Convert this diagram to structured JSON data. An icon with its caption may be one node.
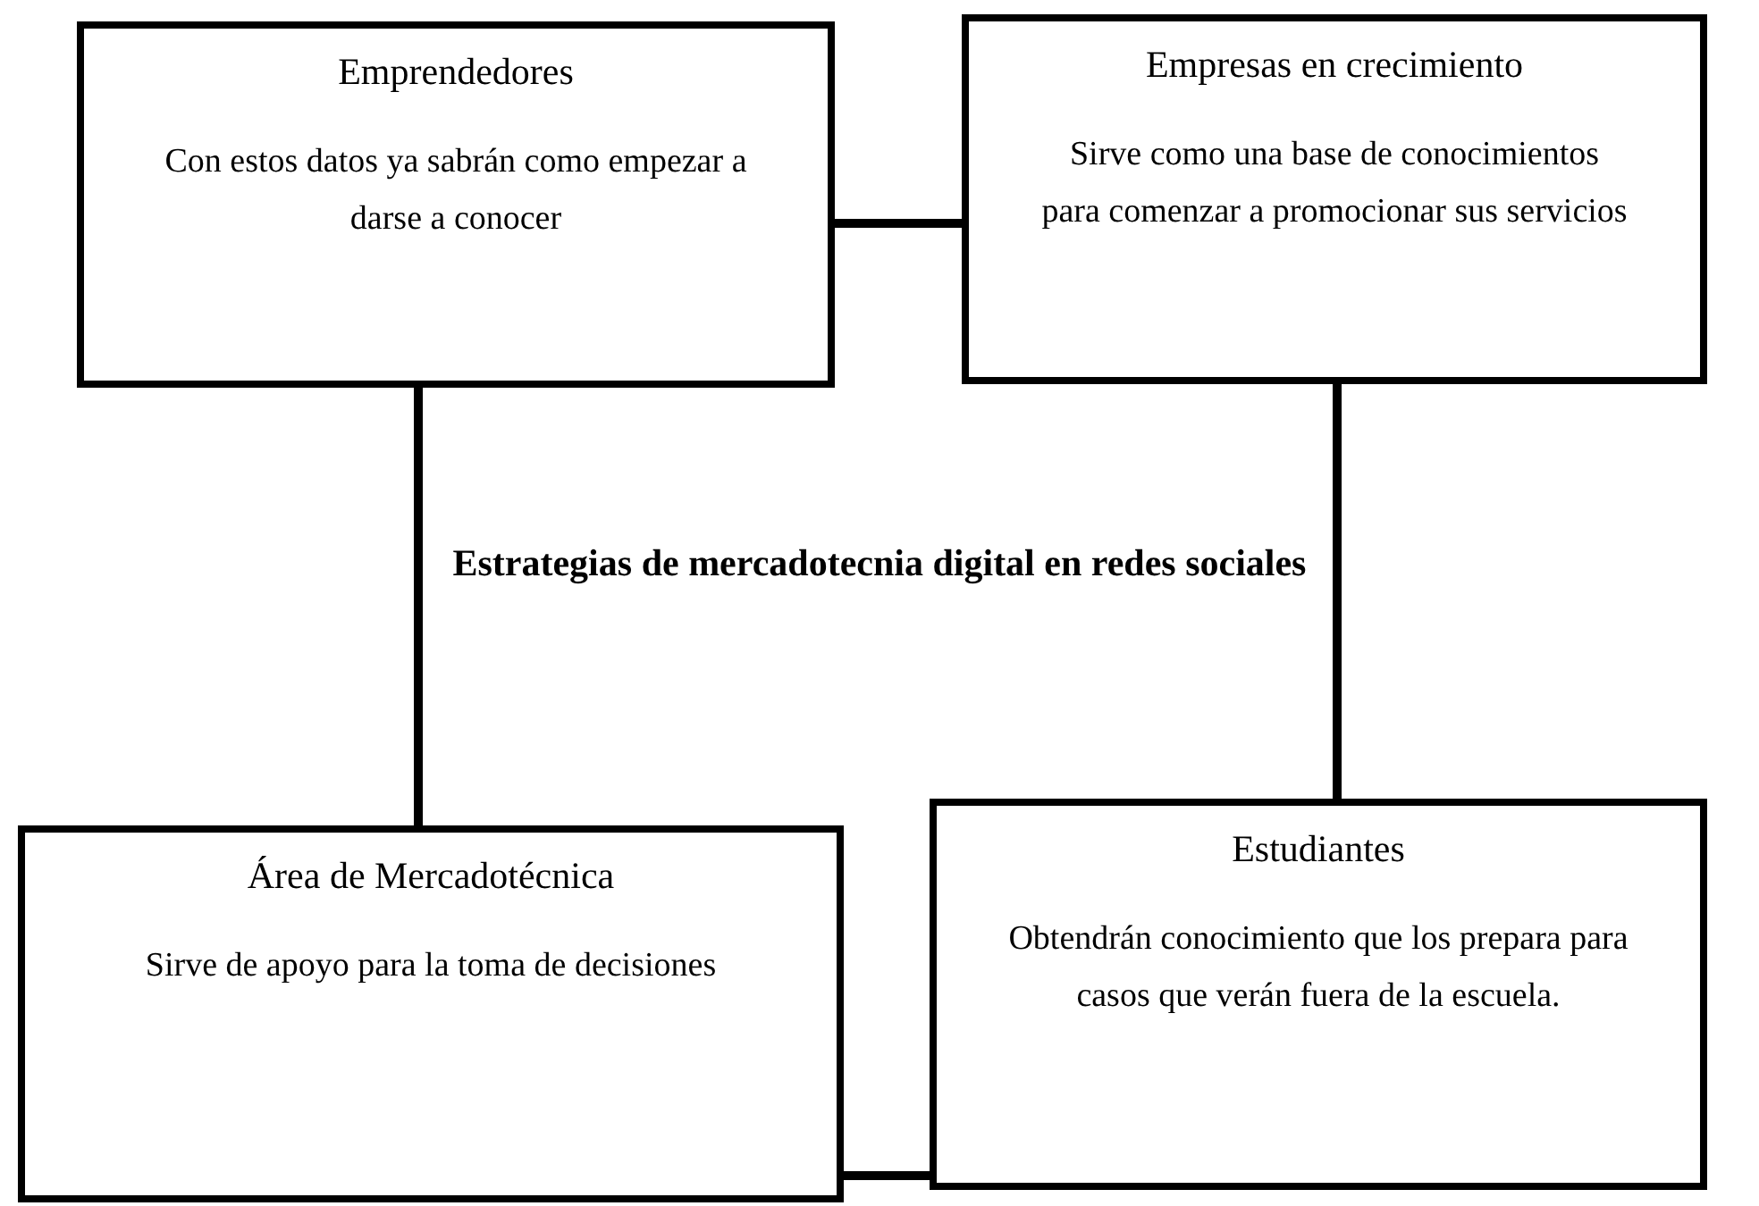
{
  "diagram": {
    "title": "Estrategias de mercadotecnia digital en redes sociales",
    "nodes": [
      {
        "text": [
          "Emprendedores",
          "Con estos datos ya sabrán como empezar a darse a conocer"
        ]
      },
      {
        "text": [
          "Empresas en crecimiento",
          "Sirve como una base de conocimientos para comenzar a promocionar sus servicios"
        ]
      },
      {
        "text": [
          "Área de Mercadotécnica",
          "Sirve de apoyo para la toma de decisiones"
        ]
      },
      {
        "text": [
          "Estudiantes",
          "Obtendrán conocimiento que los prepara para casos que verán fuera de la escuela."
        ]
      }
    ],
    "edges": [
      {
        "from": 0,
        "to": 1,
        "arrow": "none"
      },
      {
        "from": 0,
        "to": 2,
        "arrow": "none"
      },
      {
        "from": 1,
        "to": 3,
        "arrow": "none"
      },
      {
        "from": 2,
        "to": 3,
        "arrow": "none"
      }
    ]
  }
}
